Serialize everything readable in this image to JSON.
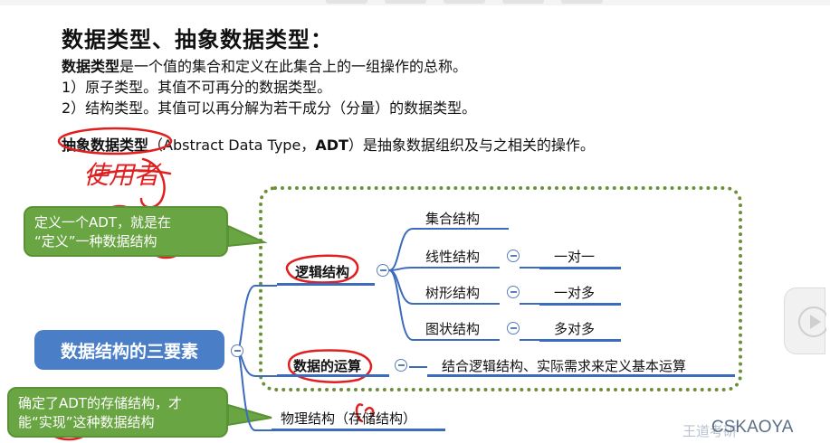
{
  "slide": {
    "title": "数据类型、抽象数据类型：",
    "lines": {
      "def_term": "数据类型",
      "def_rest": "是一个值的集合和定义在此集合上的一组操作的总称。",
      "atomic": "1）原子类型。其值不可再分的数据类型。",
      "structured": "2）结构类型。其值可以再分解为若干成分（分量）的数据类型。",
      "adt_term": "抽象数据类型",
      "adt_rest": "（Abstract Data Type，",
      "adt_abbr": "ADT",
      "adt_tail": "）是抽象数据组织及与之相关的操作。"
    }
  },
  "annotation": {
    "handwriting": "使用者"
  },
  "callouts": {
    "define": {
      "line1_a": "定义一个",
      "line1_adt": "ADT",
      "line1_b": "，就是在",
      "line2": "“定义”一种数据结构"
    },
    "implement": {
      "line1": "确定了ADT的存储结构，才",
      "line2": "能“实现”这种数据结构"
    }
  },
  "mindmap": {
    "root": "数据结构的三要素",
    "logical": "逻辑结构",
    "operation": "数据的运算",
    "operation_note": "结合逻辑结构、实际需求来定义基本运算",
    "physical": "物理结构（存储结构）",
    "branches": [
      {
        "label": "集合结构",
        "relation": ""
      },
      {
        "label": "线性结构",
        "relation": "一对一"
      },
      {
        "label": "树形结构",
        "relation": "一对多"
      },
      {
        "label": "图状结构",
        "relation": "多对多"
      }
    ]
  },
  "watermark": {
    "faint": "王道考研",
    "brand": "CSKAOYA"
  },
  "colors": {
    "callout_green": "#6aa543",
    "root_blue": "#4a7fc8",
    "ink_red": "#e02020",
    "dotted_green": "#6e8f3a",
    "line_blue": "#3b6bbd"
  }
}
